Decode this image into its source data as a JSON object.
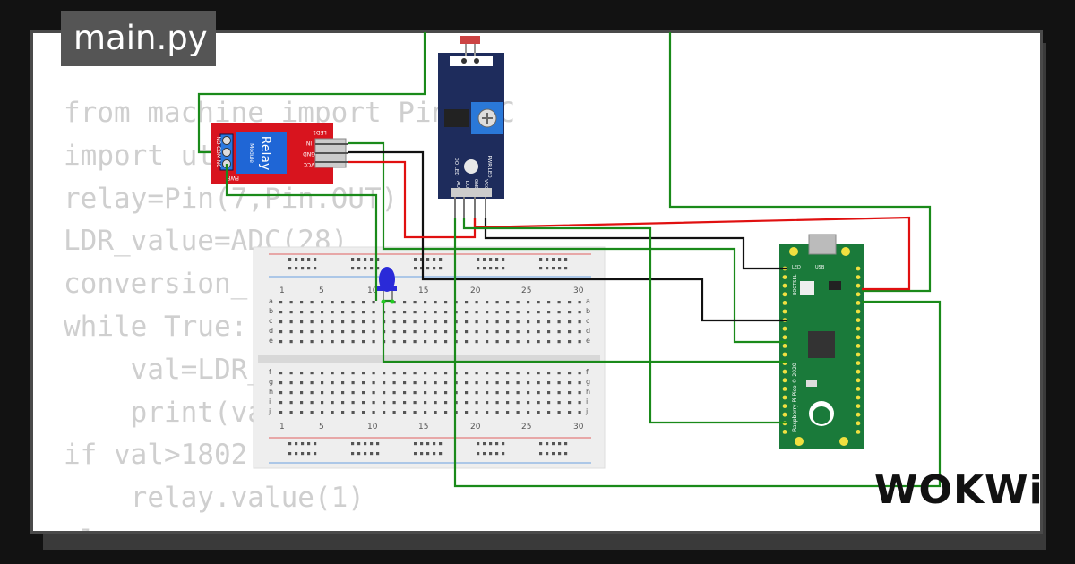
{
  "tab": {
    "filename": "main.py"
  },
  "code_lines": [
    "from machine import Pin,ADC",
    "import utime",
    "relay=Pin(7,Pin.OUT)",
    "LDR_value=ADC(28)",
    "conversion_",
    "while True:",
    "    val=LDR_",
    "    print(va",
    "if val>1802",
    "    relay.value(1)",
    "el"
  ],
  "components": {
    "relay": {
      "title": "Relay",
      "subtitle": "Module",
      "led": "LED1",
      "pwr": "PWR",
      "pins": [
        "IN",
        "GND",
        "VCC"
      ],
      "terminals": [
        "NO",
        "COM",
        "NC"
      ]
    },
    "ldr": {
      "pins": [
        "AO",
        "DO",
        "GND",
        "VCC"
      ],
      "labels": [
        "DO LED",
        "PWR LED"
      ]
    },
    "pico": {
      "name": "Raspberry Pi Pico © 2020",
      "led": "LED",
      "usb": "USB",
      "bootsel": "BOOTSEL"
    },
    "breadboard": {
      "columns": [
        "1",
        "5",
        "10",
        "15",
        "20",
        "25",
        "30"
      ],
      "rows_top": [
        "a",
        "b",
        "c",
        "d",
        "e"
      ],
      "rows_bottom": [
        "f",
        "g",
        "h",
        "i",
        "j"
      ]
    }
  },
  "brand": {
    "logo": "WOKWi"
  },
  "colors": {
    "background": "#121212",
    "card": "#ffffff",
    "code_text": "#cfcfcf",
    "wire_green": "#1a8a1a",
    "wire_red": "#e01010",
    "wire_black": "#111111",
    "relay_board": "#d8141e",
    "ldr_board": "#1e2c5c",
    "pico_board": "#1a7a3a",
    "led": "#2a2ad8"
  }
}
